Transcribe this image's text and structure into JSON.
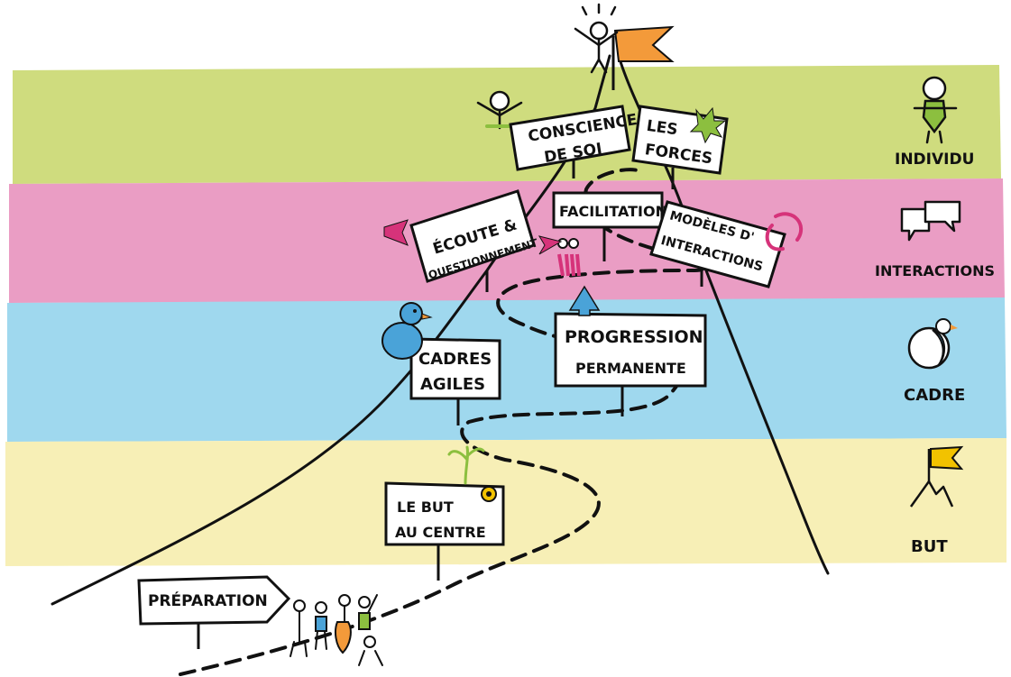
{
  "colors": {
    "individu_band": "#cfdc7e",
    "interactions_band": "#ea9dc4",
    "cadre_band": "#9fd8ee",
    "but_band": "#f7efb6",
    "accent_orange": "#f39a3a",
    "accent_blue": "#4aa3d8",
    "accent_pink": "#d6337a",
    "accent_green": "#8cbf3f",
    "accent_yellow": "#f2c200",
    "ink": "#111111"
  },
  "bands": [
    {
      "label": "INDIVIDU",
      "icon": "person-icon"
    },
    {
      "label": "INTERACTIONS",
      "icon": "speech-bubbles-icon"
    },
    {
      "label": "CADRE",
      "icon": "bird-icon"
    },
    {
      "label": "BUT",
      "icon": "summit-flag-icon"
    }
  ],
  "signs": {
    "conscience": [
      "CONSCIENCE",
      "DE SOI"
    ],
    "forces": [
      "LES",
      "FORCES"
    ],
    "facilitation": [
      "FACILITATION"
    ],
    "ecoute": [
      "ÉCOUTE &",
      "QUESTIONNEMENT"
    ],
    "modeles": [
      "MODÈLES D'",
      "INTERACTIONS"
    ],
    "cadres": [
      "CADRES",
      "AGILES"
    ],
    "progression": [
      "PROGRESSION",
      "PERMANENTE"
    ],
    "but": [
      "LE BUT",
      "AU CENTRE"
    ],
    "preparation": [
      "PRÉPARATION"
    ]
  }
}
